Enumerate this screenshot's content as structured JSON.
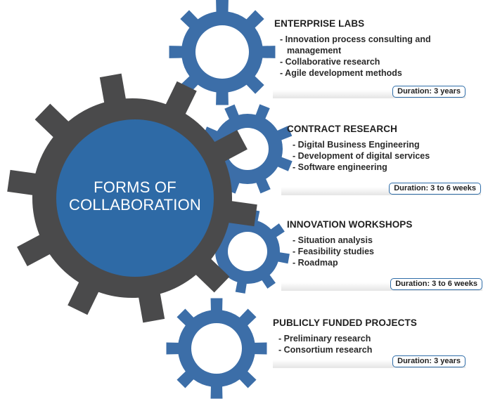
{
  "center": {
    "line1": "FORMS OF",
    "line2": "COLLABORATION"
  },
  "colors": {
    "big_gear": "#4a4a4b",
    "small_gear": "#3c6ea8",
    "center_disc": "#2e6aa6",
    "badge_border": "#2f6da8"
  },
  "sections": [
    {
      "title": "ENTERPRISE LABS",
      "items": [
        "Innovation process consulting and management",
        "Collaborative research",
        "Agile development methods"
      ],
      "duration": "Duration: 3 years"
    },
    {
      "title": "CONTRACT RESEARCH",
      "items": [
        "Digital Business Engineering",
        "Development of digital services",
        "Software engineering"
      ],
      "duration": "Duration: 3 to 6 weeks"
    },
    {
      "title": "INNOVATION WORKSHOPS",
      "items": [
        "Situation analysis",
        "Feasibility studies",
        "Roadmap"
      ],
      "duration": "Duration: 3 to 6 weeks"
    },
    {
      "title": "PUBLICLY FUNDED PROJECTS",
      "items": [
        "Preliminary research",
        "Consortium research"
      ],
      "duration": "Duration: 3 years"
    }
  ]
}
